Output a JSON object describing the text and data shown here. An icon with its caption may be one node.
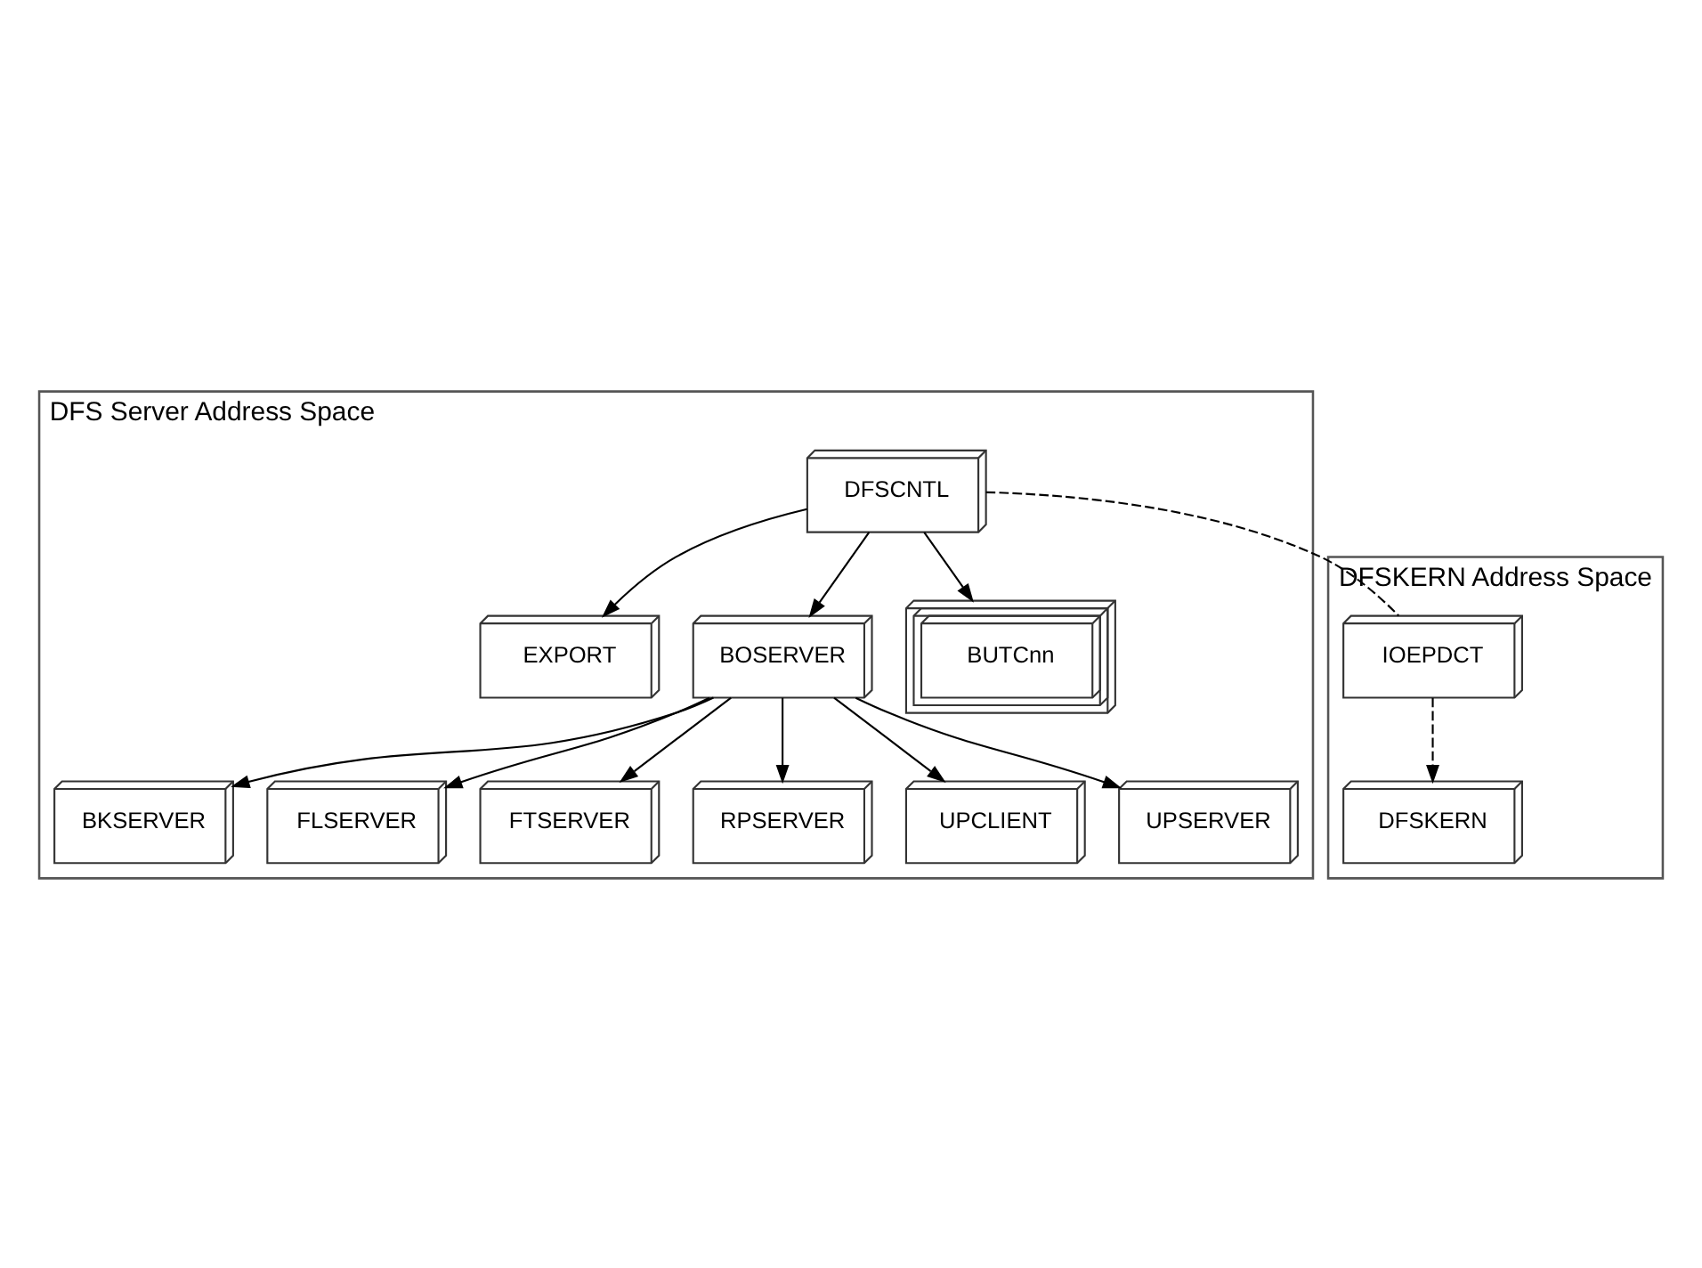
{
  "diagram": {
    "nodes": [
      {
        "text": [
          "DFS Server Address Space"
        ]
      },
      {
        "text": [
          "DFSCNTL"
        ],
        "in": 0
      },
      {
        "text": [
          "EXPORT"
        ],
        "in": 0
      },
      {
        "text": [
          "BOSERVER"
        ],
        "in": 0
      },
      {
        "text": [
          "BUTCnn"
        ],
        "in": 0
      },
      {
        "text": [
          "BKSERVER"
        ],
        "in": 0
      },
      {
        "text": [
          "FLSERVER"
        ],
        "in": 0
      },
      {
        "text": [
          "FTSERVER"
        ],
        "in": 0
      },
      {
        "text": [
          "RPSERVER"
        ],
        "in": 0
      },
      {
        "text": [
          "UPCLIENT"
        ],
        "in": 0
      },
      {
        "text": [
          "UPSERVER"
        ],
        "in": 0
      },
      {
        "text": [
          "DFSKERN Address Space"
        ]
      },
      {
        "text": [
          "IOEPDCT"
        ],
        "in": 11
      },
      {
        "text": [
          "DFSKERN"
        ],
        "in": 11
      }
    ],
    "edges": [
      {
        "from": 1,
        "to": 2,
        "arrow": "to"
      },
      {
        "from": 1,
        "to": 3,
        "arrow": "to"
      },
      {
        "from": 1,
        "to": 4,
        "arrow": "to"
      },
      {
        "from": 3,
        "to": 5,
        "arrow": "to"
      },
      {
        "from": 3,
        "to": 6,
        "arrow": "to"
      },
      {
        "from": 3,
        "to": 7,
        "arrow": "to"
      },
      {
        "from": 3,
        "to": 8,
        "arrow": "to"
      },
      {
        "from": 3,
        "to": 9,
        "arrow": "to"
      },
      {
        "from": 3,
        "to": 10,
        "arrow": "to"
      },
      {
        "from": 1,
        "to": 12,
        "arrow": "none",
        "style": "dashed"
      },
      {
        "from": 12,
        "to": 13,
        "arrow": "to",
        "style": "dashed"
      }
    ]
  }
}
